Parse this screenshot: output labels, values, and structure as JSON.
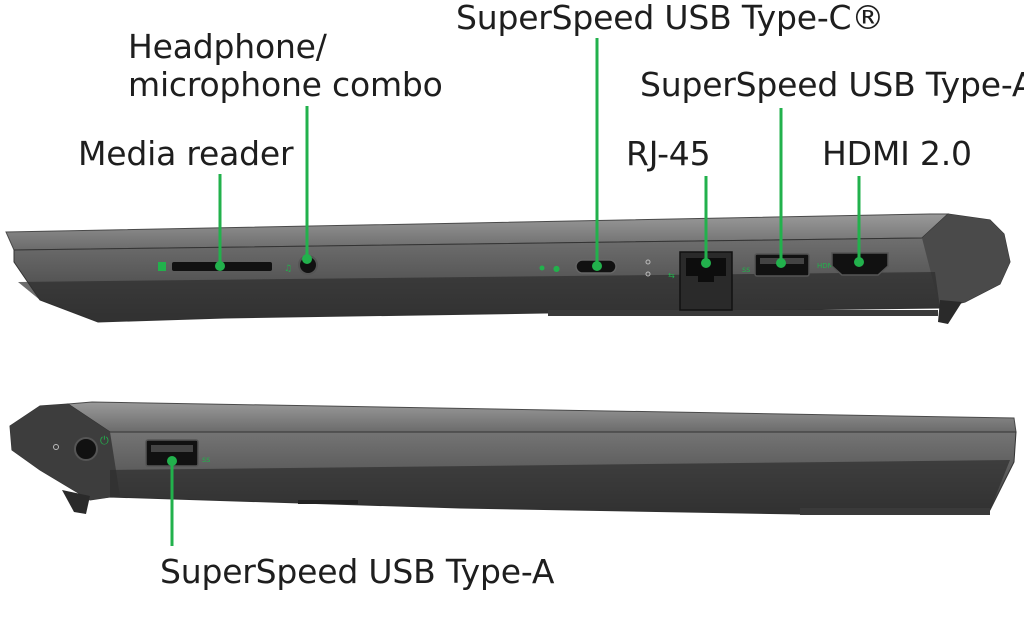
{
  "labels": {
    "headphone_line1": "Headphone/",
    "headphone_line2": "microphone combo",
    "media_reader": "Media reader",
    "usb_c": "SuperSpeed USB Type-C®",
    "rj45": "RJ-45",
    "usb_a_right": "SuperSpeed USB Type-A",
    "hdmi": "HDMI 2.0",
    "usb_a_left": "SuperSpeed USB Type-A"
  },
  "colors": {
    "callout_green": "#22b14c",
    "chassis_dark": "#3b3b3b",
    "chassis_light": "#8a8a8a",
    "background": "#ffffff"
  },
  "icons": [
    "sd-card-icon",
    "headset-icon",
    "usb-c-port",
    "ethernet-port",
    "usb-a-port",
    "hdmi-port",
    "power-plug-icon",
    "led-indicator"
  ]
}
